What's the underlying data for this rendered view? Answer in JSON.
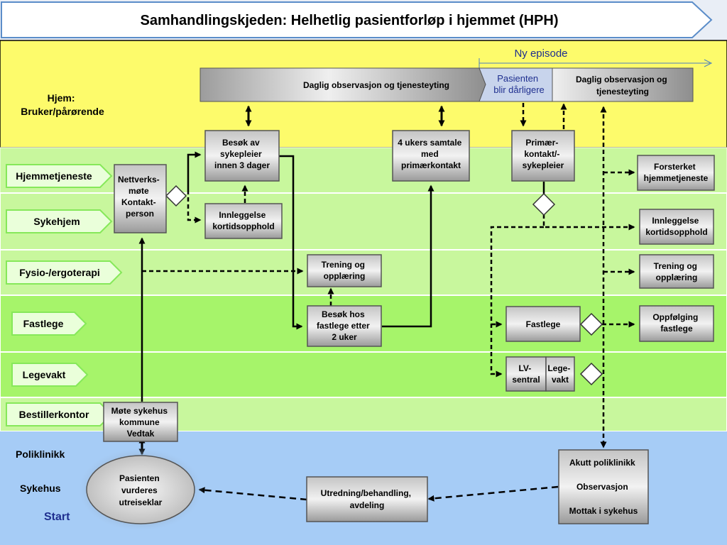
{
  "title": "Samhandlingskjeden: Helhetlig pasientforløp i hjemmet (HPH)",
  "colors": {
    "home_band": "#fdfb6b",
    "light_green": "#c8f79d",
    "mid_green": "#a6f46a",
    "blue_band": "#a6ccf6",
    "box_gray": "#9e9e9e",
    "accent_navy": "#1f2f8f"
  },
  "lanes": {
    "home": [
      "Hjem:",
      "Bruker/pårørende"
    ],
    "hjemmetjeneste": "Hjemmetjeneste",
    "sykehjem": "Sykehjem",
    "fysio": "Fysio-/ergoterapi",
    "fastlege": "Fastlege",
    "legevakt": "Legevakt",
    "bestillerkontor": "Bestillerkontor",
    "poliklinikk": "Poliklinikk",
    "sykehus": "Sykehus"
  },
  "start_label": "Start",
  "new_episode_label": "Ny episode",
  "daily_bar": {
    "left": "Daglig observasjon og tjenesteyting",
    "middle": [
      "Pasienten",
      "blir dårligere"
    ],
    "right": [
      "Daglig observasjon og",
      "tjenesteyting"
    ]
  },
  "boxes": {
    "besok_sykepleier": [
      "Besøk av",
      "sykepleier",
      "innen 3 dager"
    ],
    "fire_ukers": [
      "4 ukers samtale",
      "med",
      "primærkontakt"
    ],
    "primaerkontakt": [
      "Primær-",
      "kontakt/-",
      "sykepleier"
    ],
    "forsterket": [
      "Forsterket",
      "hjemmetjeneste"
    ],
    "nettverksmote": [
      "Nettverks-",
      "møte",
      "Kontakt-",
      "person"
    ],
    "innleggelse_left": [
      "Innleggelse",
      "kortidsopphold"
    ],
    "innleggelse_right": [
      "Innleggelse",
      "kortidsopphold"
    ],
    "trening_left": [
      "Trening og",
      "opplæring"
    ],
    "trening_right": [
      "Trening og",
      "opplæring"
    ],
    "besok_fastlege": [
      "Besøk hos",
      "fastlege etter",
      "2 uker"
    ],
    "fastlege_box": "Fastlege",
    "oppfolging": [
      "Oppfølging",
      "fastlege"
    ],
    "lv_sentral": [
      "LV-",
      "sentral"
    ],
    "legevakt_box": [
      "Lege-",
      "vakt"
    ],
    "mote_sykehus": [
      "Møte sykehus",
      "kommune",
      "Vedtak"
    ],
    "akutt": [
      "Akutt poliklinikk",
      "Observasjon",
      "Mottak i sykehus"
    ],
    "utredning": [
      "Utredning/behandling,",
      "avdeling"
    ],
    "pasienten_vurderes": [
      "Pasienten",
      "vurderes",
      "utreiseklar"
    ]
  }
}
